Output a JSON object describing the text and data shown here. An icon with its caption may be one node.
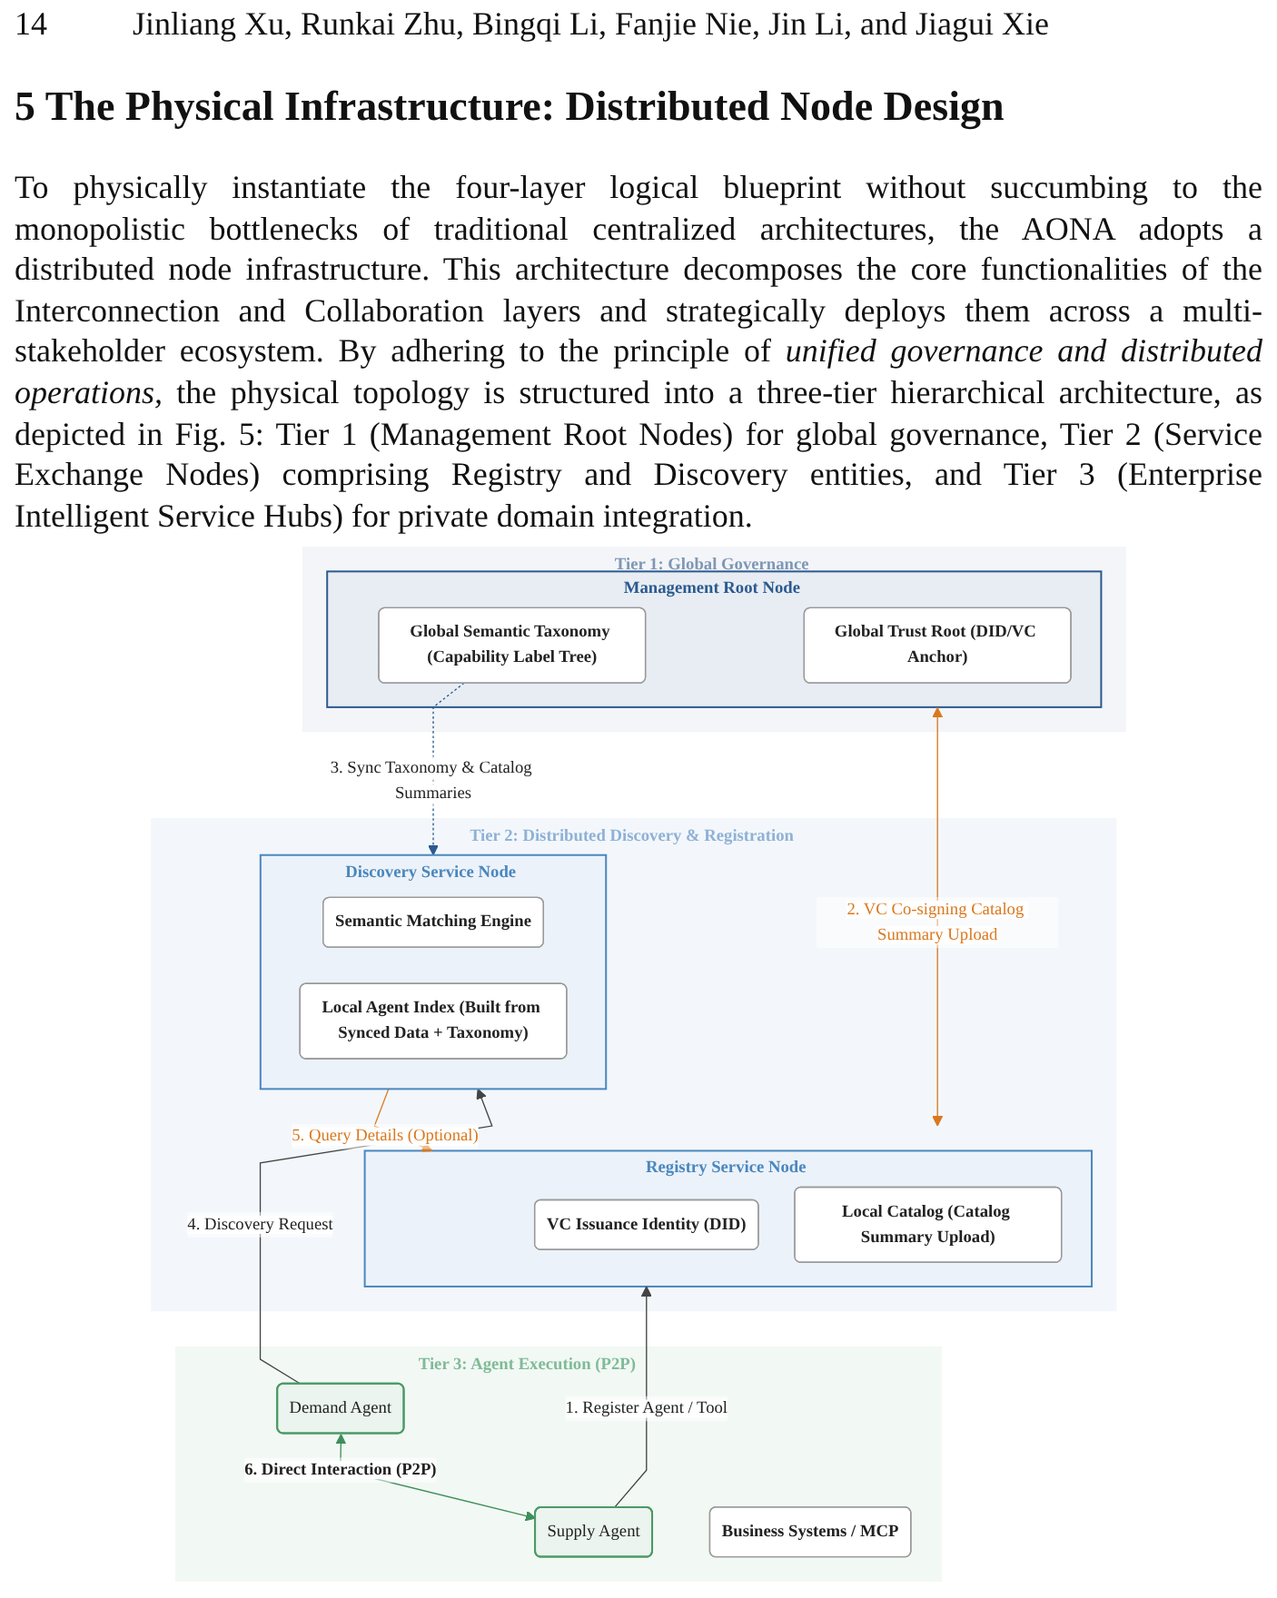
{
  "diagram": {
    "title": "5 The Physical Infrastructure: Distributed Node Design",
    "nodes": [
      {
        "text": [
          "Tier 1: Global Governance"
        ]
      },
      {
        "text": [
          "Management Root Node"
        ],
        "in": 0
      },
      {
        "text": [
          "Global Semantic Taxonomy (Capability Label Tree)"
        ],
        "in": 1
      },
      {
        "text": [
          "Global Trust Root (DID/VC Anchor)"
        ],
        "in": 1
      },
      {
        "text": [
          "Tier 2: Distributed Discovery & Registration"
        ]
      },
      {
        "text": [
          "Discovery Service Node"
        ],
        "in": 4
      },
      {
        "text": [
          "Semantic Matching Engine"
        ],
        "in": 5
      },
      {
        "text": [
          "Local Agent Index (Built from Synced Data + Taxonomy)"
        ],
        "in": 5
      },
      {
        "text": [
          "Registry Service Node"
        ],
        "in": 4
      },
      {
        "text": [
          "VC Issuance Identity (DID)"
        ],
        "in": 8
      },
      {
        "text": [
          "Local Catalog (Catalog Summary Upload)"
        ],
        "in": 8
      },
      {
        "text": [
          "Tier 3: Agent Execution (P2P)"
        ]
      },
      {
        "text": [
          "Demand Agent"
        ],
        "in": 11
      },
      {
        "text": [
          "Supply Agent"
        ],
        "in": 11
      },
      {
        "text": [
          "Business Systems / MCP"
        ],
        "in": 11
      }
    ],
    "edges": [
      {
        "from": 2,
        "to": 5,
        "arrow": "to",
        "label": "3. Sync Taxonomy & Catalog Summaries",
        "style": "dashed",
        "color": "#2c5a8f"
      },
      {
        "from": 1,
        "to": 8,
        "arrow": "both",
        "label": "2. VC Co-signing Catalog Summary Upload",
        "color": "#d9791f"
      },
      {
        "from": 5,
        "to": 8,
        "arrow": "to",
        "label": "5. Query Details (Optional)",
        "color": "#d9791f"
      },
      {
        "from": 12,
        "to": 5,
        "arrow": "to",
        "label": "4. Discovery Request",
        "color": "#444444"
      },
      {
        "from": 13,
        "to": 8,
        "arrow": "to",
        "label": "1. Register Agent / Tool",
        "color": "#444444"
      },
      {
        "from": 12,
        "to": 13,
        "arrow": "both",
        "label": "6. Direct Interaction (P2P)",
        "color": "#3f8f5a"
      }
    ],
    "labels": [
      "14",
      "Jinliang Xu, Runkai Zhu, Bingqi Li, Fanjie Nie, Jin Li, and Jiagui Xie",
      "To physically instantiate the four-layer logical blueprint without succumbing to the monopolistic bottlenecks of traditional centralized architectures, the AONA adopts a distributed node infrastructure. This architecture decomposes the core functionalities of the Interconnection and Collaboration layers and strategically deploys them across a multi-stakeholder ecosystem. By adhering to the principle of *unified governance and distributed operations,* the physical topology is structured into a three-tier hierarchical architecture, as depicted in Fig. 5: Tier 1 (Management Root Nodes) for global governance, Tier 2 (Service Exchange Nodes) comprising Registry and Discovery entities, and Tier 3 (Enterprise Intelligent Service Hubs) for private domain integration."
    ]
  }
}
